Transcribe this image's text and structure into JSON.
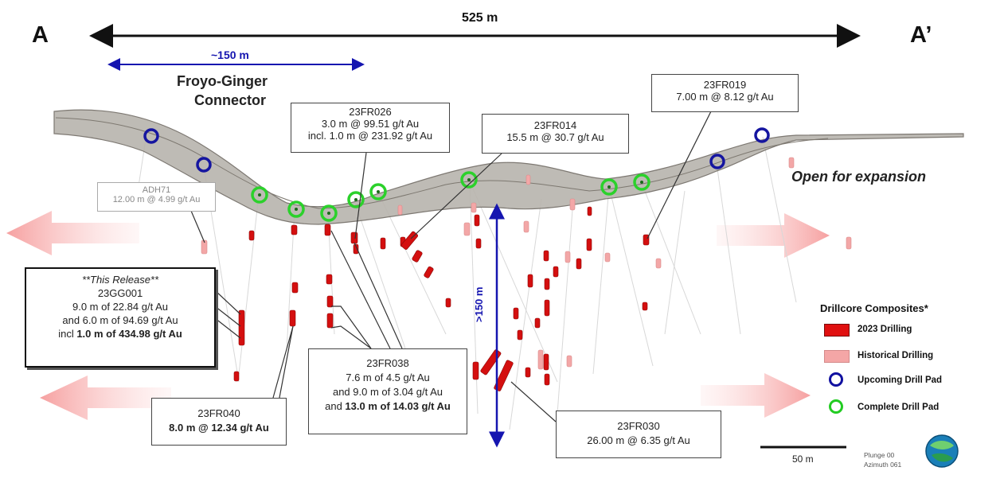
{
  "section": {
    "start_label": "A",
    "end_label": "A’",
    "length_label": "525 m",
    "connector_width_label": "~150 m",
    "connector_title_line1": "Froyo-Ginger",
    "connector_title_line2": "Connector",
    "open_label": "Open for expansion",
    "depth_label": ">150 m"
  },
  "callouts": {
    "fr026": {
      "hole": "23FR026",
      "line1": "3.0 m @ 99.51 g/t Au",
      "line2": "incl. 1.0 m @ 231.92 g/t Au"
    },
    "fr014": {
      "hole": "23FR014",
      "line1": "15.5 m @ 30.7 g/t Au"
    },
    "fr019": {
      "hole": "23FR019",
      "line1": "7.00 m @ 8.12 g/t Au"
    },
    "adh71": {
      "hole": "ADH71",
      "line1": "12.00 m @ 4.99 g/t Au"
    },
    "gg001": {
      "tag": "**This Release**",
      "hole": "23GG001",
      "line1": "9.0 m of 22.84 g/t Au",
      "line2": "and 6.0 m of 94.69 g/t Au",
      "line3_prefix": "incl ",
      "line3_bold": "1.0 m of 434.98 g/t Au"
    },
    "fr038": {
      "hole": "23FR038",
      "line1": "7.6 m of 4.5 g/t Au",
      "line2": "and 9.0 m of 3.04 g/t Au",
      "line3_prefix": "and ",
      "line3_bold": "13.0 m of 14.03 g/t Au"
    },
    "fr040": {
      "hole": "23FR040",
      "line1": "8.0 m @ 12.34 g/t Au"
    },
    "fr030": {
      "hole": "23FR030",
      "line1": "26.00 m @ 6.35 g/t Au"
    }
  },
  "legend": {
    "title": "Drillcore Composites*",
    "items": [
      {
        "label": "2023 Drilling",
        "color": "#e01010"
      },
      {
        "label": "Historical Drilling",
        "color": "#f4a6a6"
      },
      {
        "label": "Upcoming Drill Pad",
        "color": "#1010a0"
      },
      {
        "label": "Complete Drill Pad",
        "color": "#22cc22"
      }
    ]
  },
  "scale_bar": {
    "label": "50 m"
  },
  "view": {
    "plunge": "Plunge 00",
    "azimuth": "Azimuth 061"
  },
  "colors": {
    "accent_blue": "#1010a0",
    "drill_red": "#d80f0f",
    "historical_pink": "#f4a6a6",
    "pad_green": "#22cc22",
    "arrow_pink": "#f7b3b3"
  }
}
